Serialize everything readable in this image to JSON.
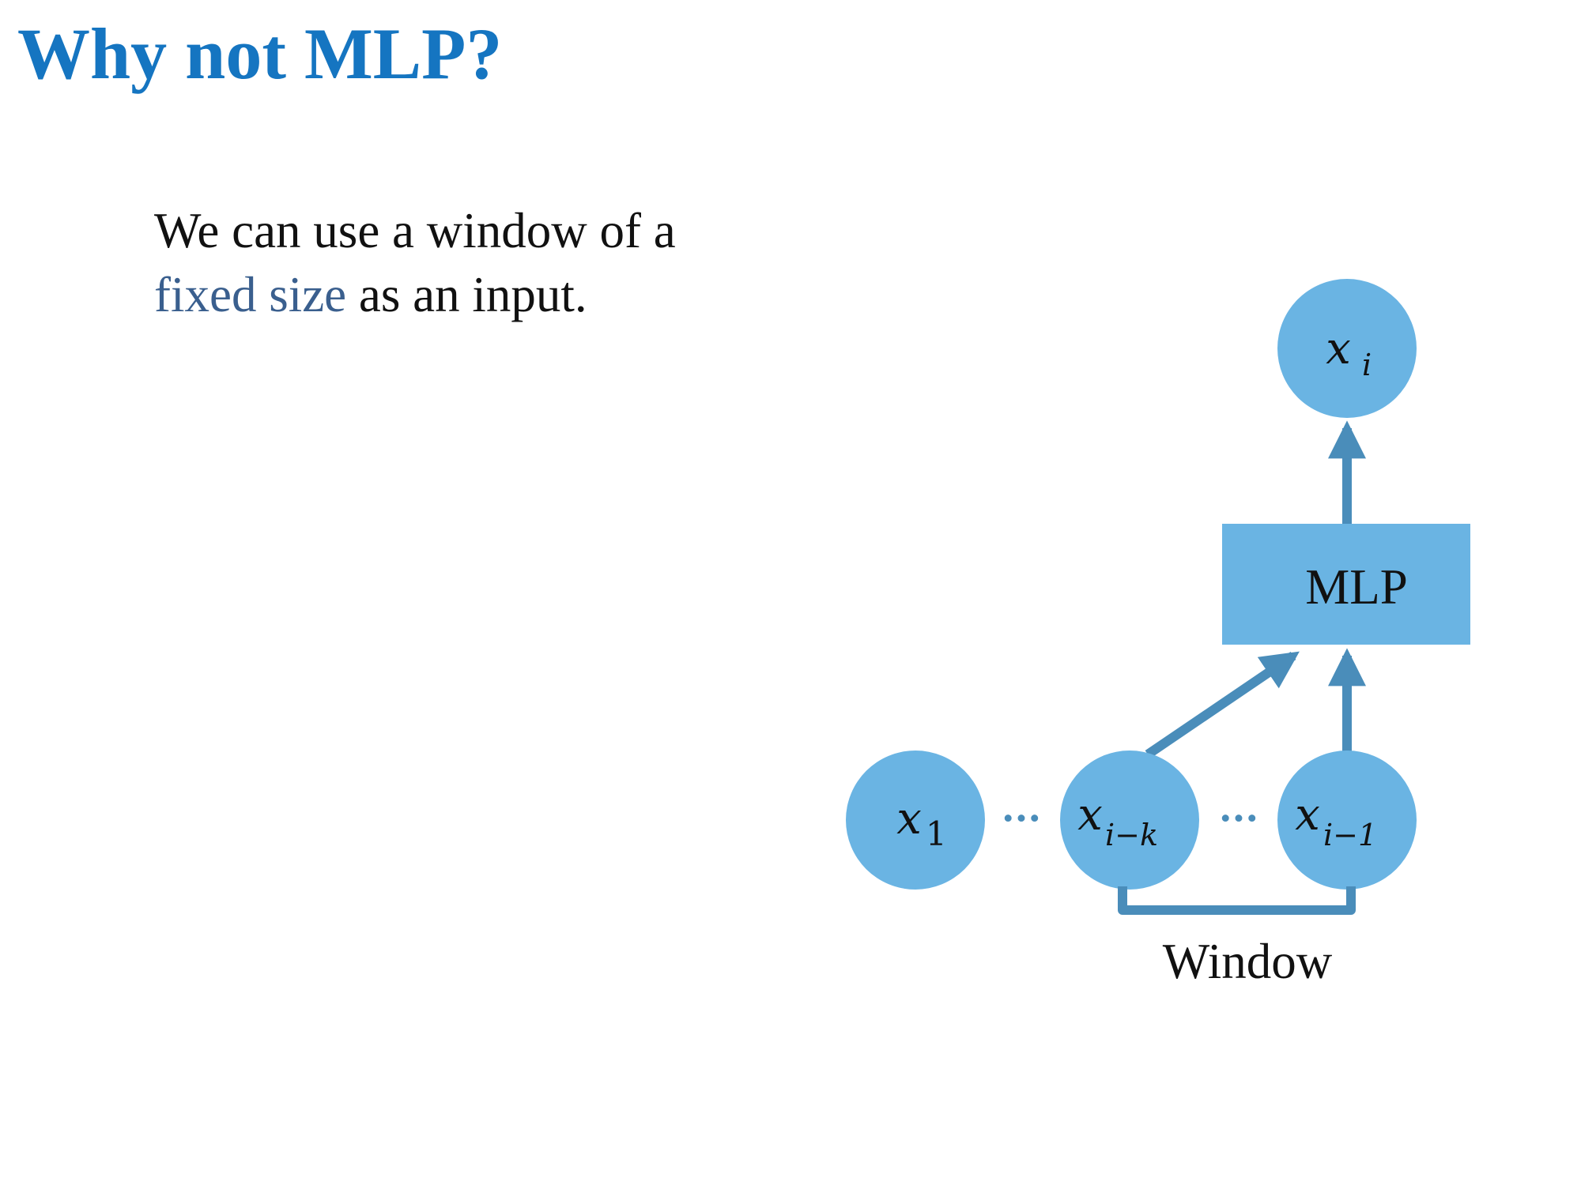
{
  "slide": {
    "title": "Why not MLP?",
    "body_line1": "We can use a window of a",
    "body_highlight": "fixed size",
    "body_line2_rest": " as an input."
  },
  "diagram": {
    "output_node": {
      "var": "x",
      "sub": "i"
    },
    "mlp_label": "MLP",
    "input_nodes": [
      {
        "var": "x",
        "sub": "1"
      },
      {
        "var": "x",
        "sub": "i−k"
      },
      {
        "var": "x",
        "sub": "i−1"
      }
    ],
    "ellipsis": "···",
    "window_label": "Window"
  },
  "colors": {
    "title": "#1575c1",
    "highlight_text": "#3a5f8e",
    "node_fill": "#6ab4e3",
    "mlp_fill": "#6ab4e3",
    "arrow": "#4a8dba",
    "text": "#111111"
  }
}
